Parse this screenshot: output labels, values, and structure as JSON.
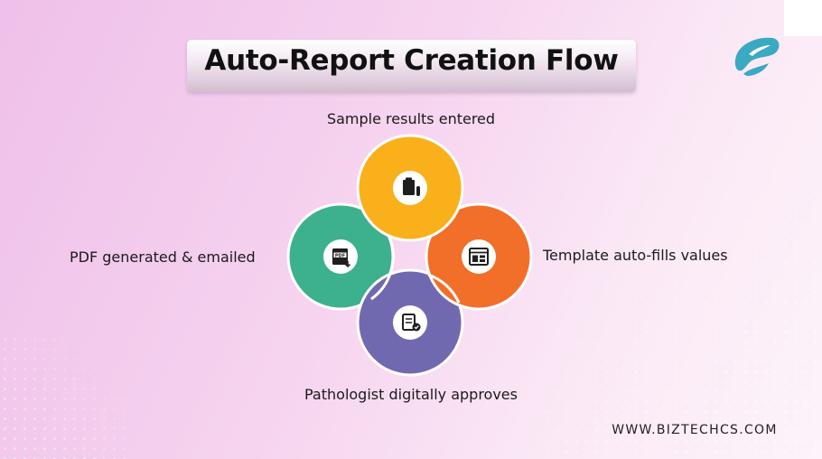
{
  "title": "Auto-Report Creation Flow",
  "footer": "WWW.BIZTECHCS.COM",
  "steps": [
    {
      "label": "Sample results entered",
      "icon": "clipboard-test-tube-icon",
      "color": "#f9b01a"
    },
    {
      "label": "Template auto-fills values",
      "icon": "template-layout-icon",
      "color": "#f26f29"
    },
    {
      "label": "Pathologist digitally approves",
      "icon": "approved-document-icon",
      "color": "#7169b0"
    },
    {
      "label": "PDF generated & emailed",
      "icon": "pdf-download-icon",
      "color": "#3db08d"
    }
  ],
  "logo": {
    "icon": "biztech-logo-icon",
    "color": "#3aa9c2"
  }
}
